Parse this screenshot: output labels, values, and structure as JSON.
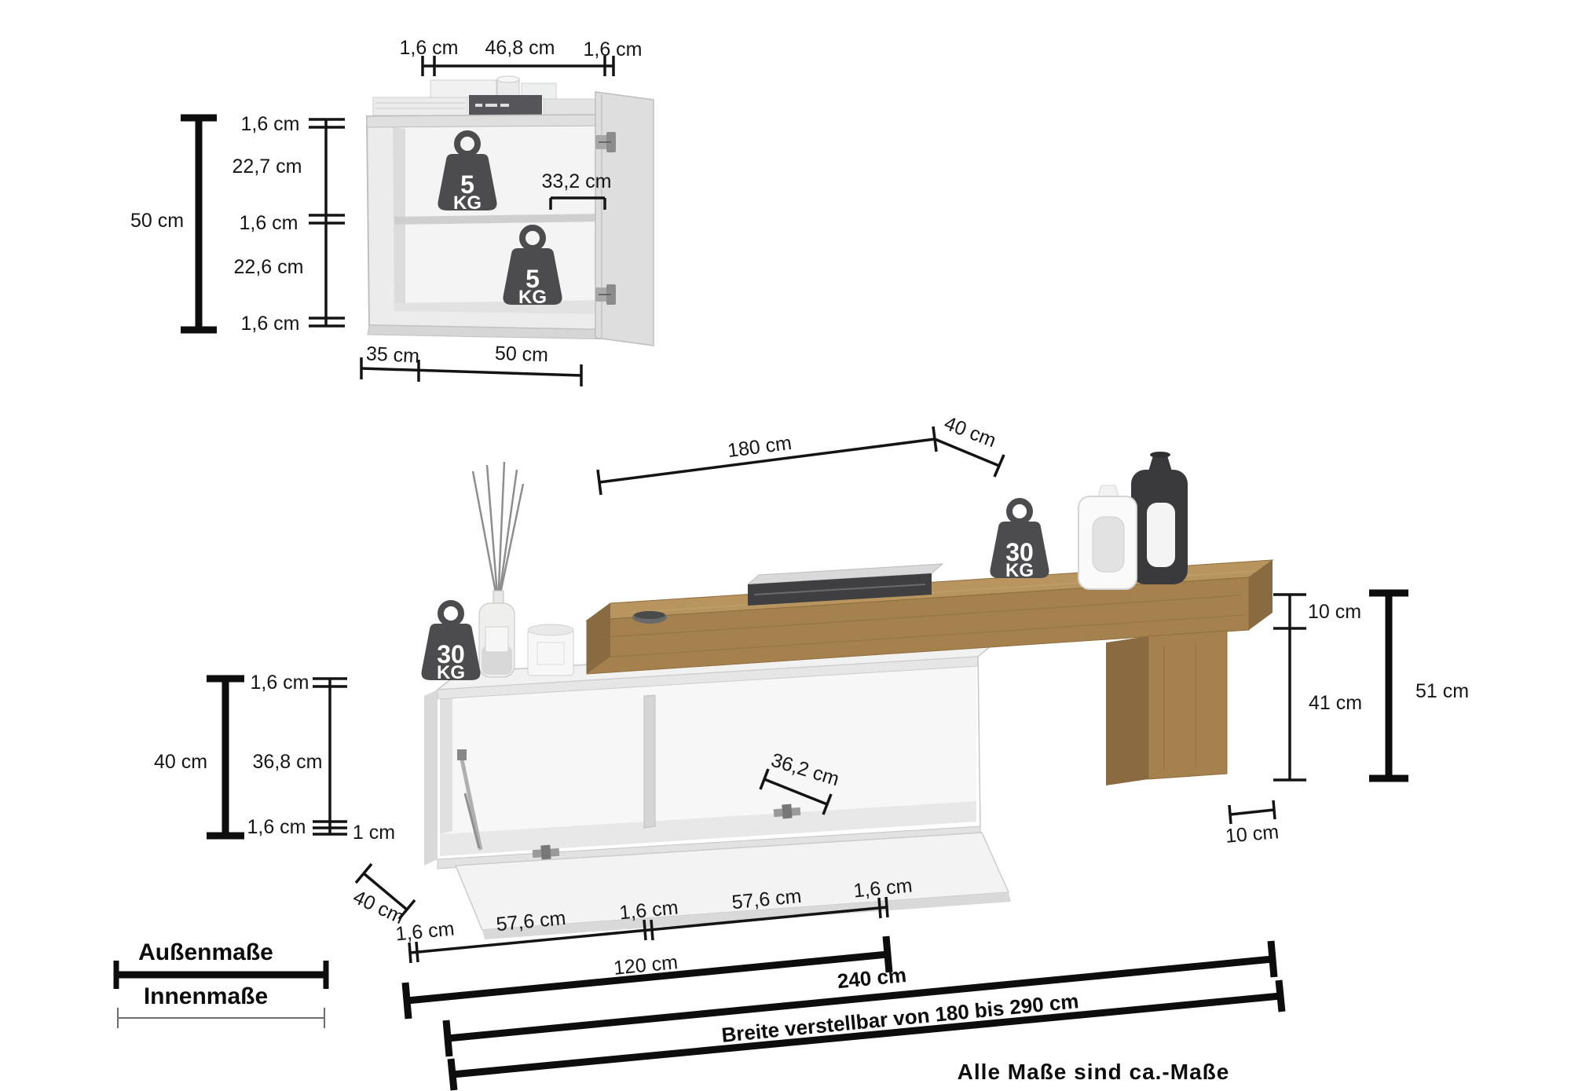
{
  "colors": {
    "dimension_line": "#141414",
    "wood_top": "#b8955f",
    "wood_front": "#a5814e",
    "wood_side": "#8a6a40",
    "weight_body": "#4c4c4e",
    "cabinet_panel": "#ececec"
  },
  "wall_cabinet": {
    "top_dims": {
      "left": "1,6 cm",
      "middle": "46,8 cm",
      "right": "1,6 cm"
    },
    "left_outer": "50 cm",
    "left_inner": {
      "t1": "1,6 cm",
      "h1": "22,7 cm",
      "t2": "1,6 cm",
      "h2": "22,6 cm",
      "t3": "1,6 cm"
    },
    "door_width": "33,2 cm",
    "bottom": {
      "depth": "35 cm",
      "width": "50 cm"
    },
    "load": {
      "value": "5",
      "unit": "KG"
    }
  },
  "lowboard": {
    "top_dims": {
      "length": "180 cm",
      "depth": "40 cm"
    },
    "right": {
      "top": "10 cm",
      "clearance": "41 cm",
      "outer": "51 cm"
    },
    "left": {
      "t1": "1,6 cm",
      "outer": "40 cm",
      "inner": "36,8 cm",
      "t2": "1,6 cm",
      "gap": "1 cm"
    },
    "flap_depth": "36,2 cm",
    "depth": "40 cm",
    "widths": {
      "t1": "1,6 cm",
      "c1": "57,6 cm",
      "t2": "1,6 cm",
      "c2": "57,6 cm",
      "t3": "1,6 cm"
    },
    "cabinet_width": "120 cm",
    "total_width": "240 cm",
    "adjustable": "Breite verstellbar  von 180 bis 290 cm",
    "leg_depth": "10 cm",
    "load": {
      "value": "30",
      "unit": "KG"
    }
  },
  "legend": {
    "outer": "Außenmaße",
    "inner": "Innenmaße"
  },
  "footnote": "Alle Maße sind ca.-Maße"
}
